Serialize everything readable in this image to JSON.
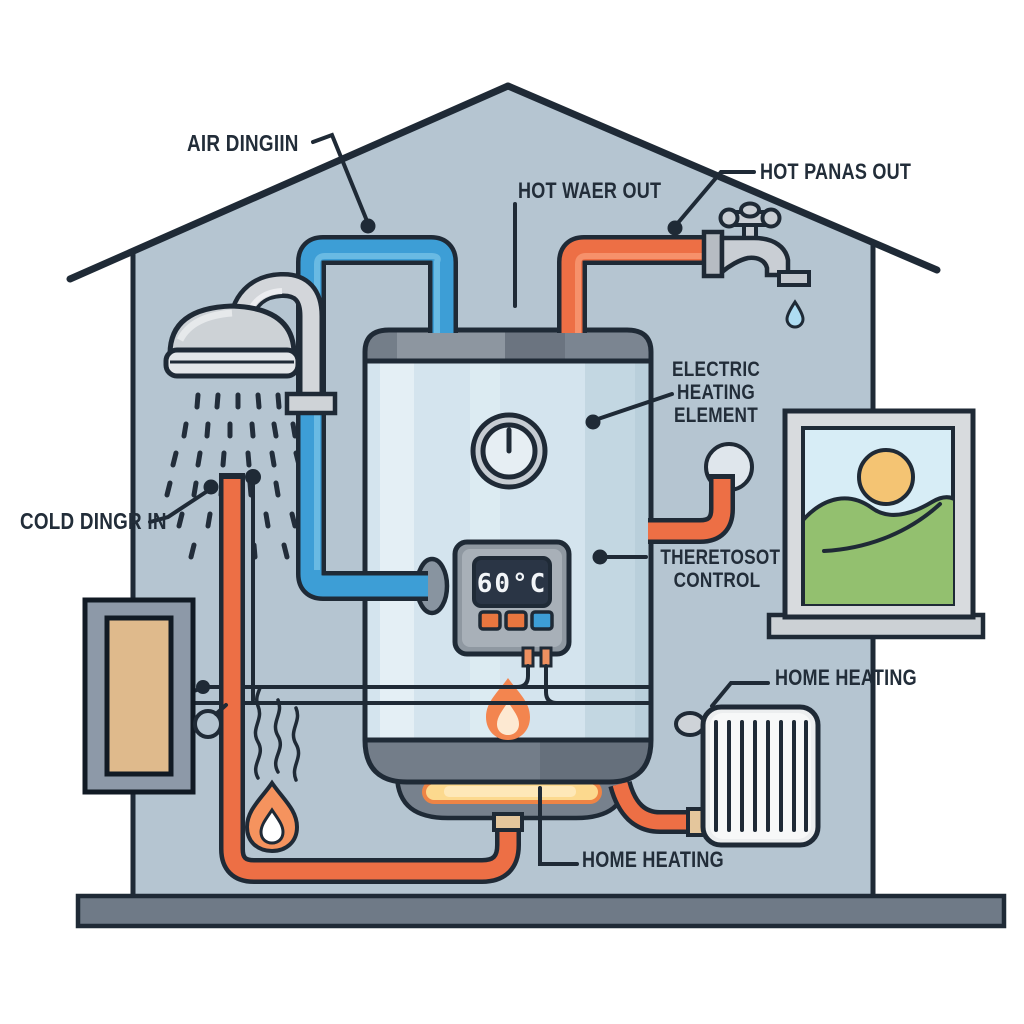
{
  "scene": {
    "type": "diagram",
    "subject": "Electric water heater home plumbing schematic inside a house outline"
  },
  "labels": {
    "air_in": "AIR DINGIIN",
    "hot_water_out": "HOT WAER OUT",
    "hot_panas_out": "HOT PANAS OUT",
    "electric_heating_element": "ELECTRIC\nHEATING\nELEMENT",
    "thermostat_control": "THERETOSOT\nCONTROL",
    "cold_in": "COLD DINGR IN",
    "home_heating_radiator": "HOME HEATING",
    "home_heating_pipes": "HOME HEATING"
  },
  "thermostat": {
    "display": "60°C",
    "buttons": [
      "orange",
      "orange",
      "blue"
    ]
  },
  "icons": [
    "shower-head-icon",
    "faucet-icon",
    "water-drop-icon",
    "flame-icon",
    "heat-waves-icon",
    "radiator-icon",
    "window-landscape-icon",
    "sun-icon",
    "pressure-gauge-icon",
    "thermostat-icon",
    "electrical-panel-icon",
    "burner-icon",
    "valve-icon",
    "pipe-flange-icon"
  ],
  "colors": {
    "wall_fill": "#b5c5d1",
    "outline": "#1f2a36",
    "cold_pipe_blue": "#3d9ed6",
    "hot_pipe_orange": "#ed6f45",
    "flame_orange": "#f5935e",
    "tank_body": "#d4e4ee",
    "tank_cap_gray": "#7b8591",
    "display_bg": "#2a3545",
    "display_text": "#f2f5f8",
    "button_blue": "#3d9ed6",
    "button_orange": "#e8763f",
    "sun_yellow": "#f4c473",
    "hills_green": "#93c06f",
    "sky_blue": "#d7edf6",
    "floor_gray": "#6f7a87",
    "panel_inner_tan": "#dfba8c",
    "burner_glow": "#fcd98e"
  }
}
